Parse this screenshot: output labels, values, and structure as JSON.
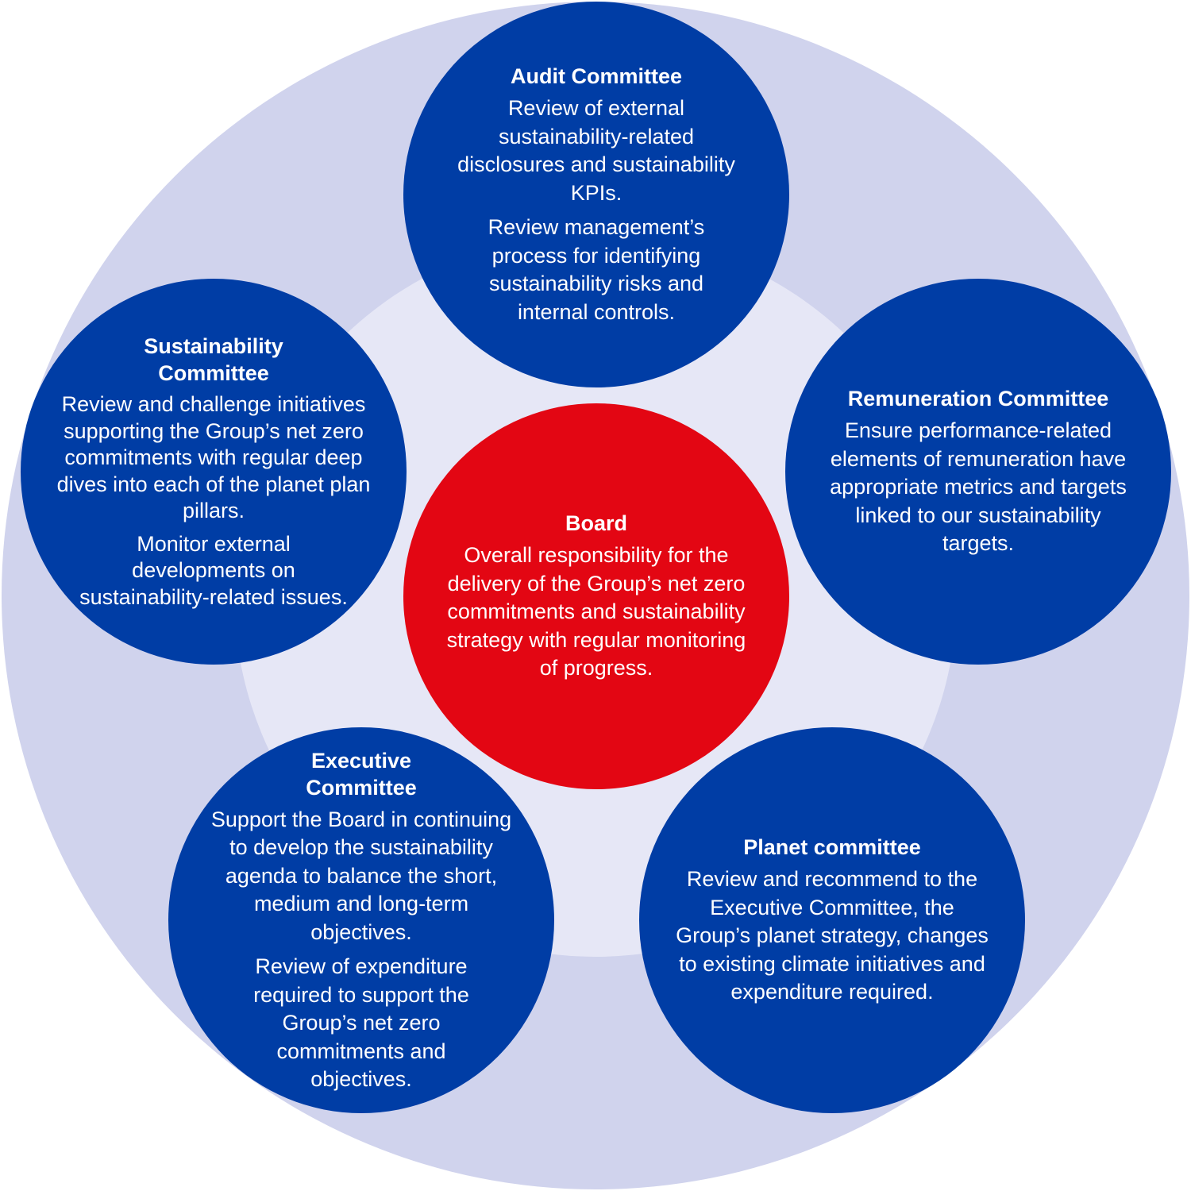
{
  "colors": {
    "outer_ring": "#d0d3ed",
    "inner_ring": "#e6e7f6",
    "committee": "#003da5",
    "board": "#e30613"
  },
  "board": {
    "title": "Board",
    "paragraphs": [
      "Overall responsibility for the delivery of the Group’s net zero commitments and sustainability strategy with regular monitoring of progress."
    ]
  },
  "audit": {
    "title": "Audit Committee",
    "paragraphs": [
      "Review of external sustainability-related disclosures and sustainability KPIs.",
      "Review management’s process for identifying sustainability risks and internal controls."
    ]
  },
  "sustainability": {
    "title": "Sustainability Committee",
    "paragraphs": [
      "Review and challenge initiatives supporting the Group’s net zero commitments with regular deep dives into each of the planet plan pillars.",
      "Monitor external developments on sustainability-related issues."
    ]
  },
  "remuneration": {
    "title": "Remuneration Committee",
    "paragraphs": [
      "Ensure performance-related elements of remuneration have appropriate metrics and targets linked to our sustainability targets."
    ]
  },
  "executive": {
    "title": "Executive Committee",
    "paragraphs": [
      "Support the Board in continuing to develop the sustainability agenda to balance the short, medium and long-term objectives.",
      "Review of expenditure required to support the Group’s net zero commitments and objectives."
    ]
  },
  "planet": {
    "title": "Planet committee",
    "paragraphs": [
      "Review and recommend to the Executive Committee, the Group’s planet strategy, changes to existing climate initiatives and expenditure required."
    ]
  }
}
